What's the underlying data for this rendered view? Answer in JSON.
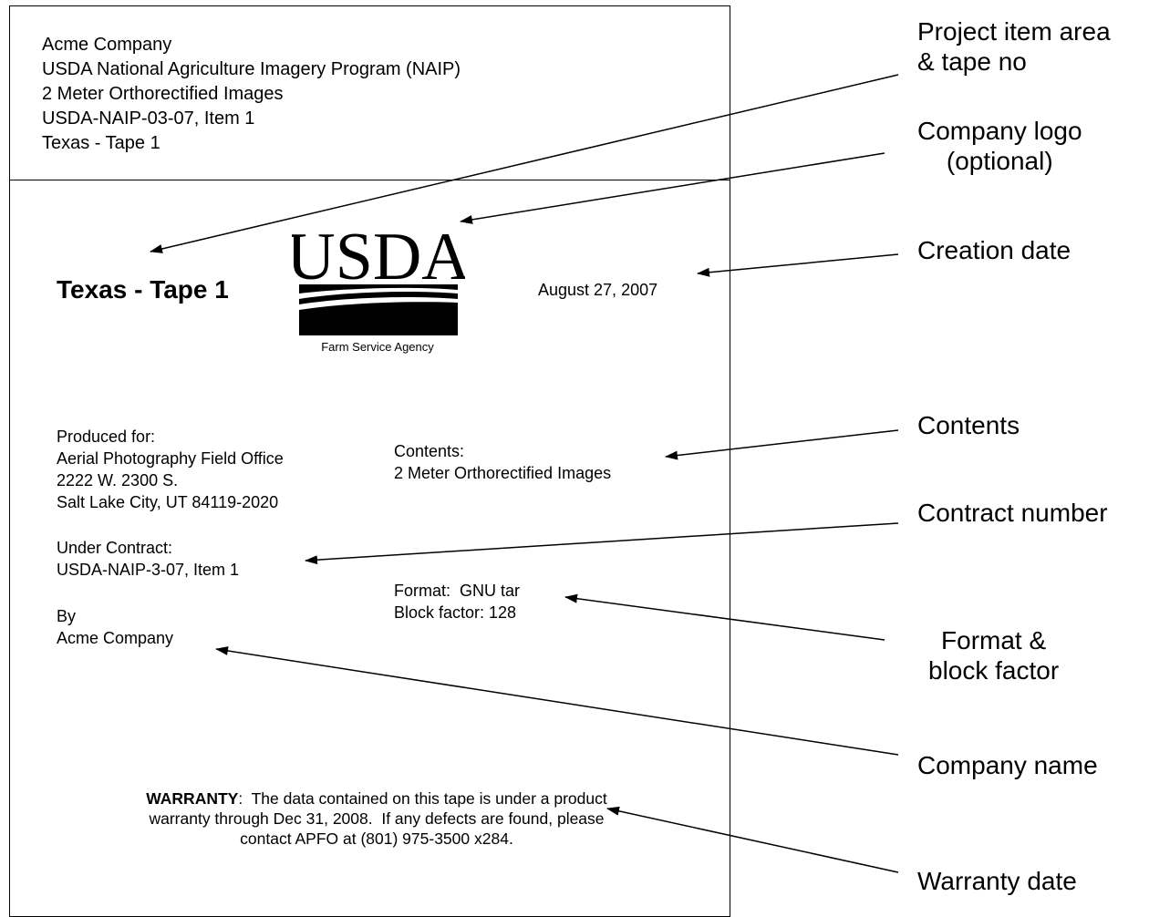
{
  "header": {
    "lines": [
      "Acme Company",
      "USDA National Agriculture Imagery Program (NAIP)",
      "2 Meter Orthorectified Images",
      "USDA-NAIP-03-07, Item 1",
      "Texas - Tape 1"
    ]
  },
  "label": {
    "tape_title": "Texas - Tape 1",
    "logo_text": "USDA",
    "logo_caption": "Farm Service Agency",
    "date": "August 27, 2007",
    "produced_for": {
      "heading": "Produced for:",
      "lines": [
        "Aerial Photography Field Office",
        "2222 W. 2300 S.",
        "Salt Lake City, UT 84119-2020"
      ]
    },
    "contents": {
      "heading": "Contents:",
      "value": "2 Meter Orthorectified Images"
    },
    "contract": {
      "heading": "Under Contract:",
      "value": "USDA-NAIP-3-07, Item 1"
    },
    "format": {
      "format_line": "Format:  GNU tar",
      "block_line": "Block factor: 128"
    },
    "by": {
      "heading": "By",
      "value": "Acme Company"
    },
    "warranty": {
      "bold_label": "WARRANTY",
      "text": ":  The data contained on this tape is under a product warranty through Dec 31, 2008.  If any defects are found, please contact APFO at (801) 975-3500 x284."
    }
  },
  "callouts": {
    "project": [
      "Project item area",
      "& tape no"
    ],
    "logo": [
      "Company logo",
      "(optional)"
    ],
    "date": "Creation date",
    "contents": "Contents",
    "contract": "Contract number",
    "format": [
      "Format &",
      "block factor"
    ],
    "company": "Company name",
    "warranty": "Warranty date"
  },
  "colors": {
    "ink": "#000000",
    "background": "#ffffff"
  }
}
